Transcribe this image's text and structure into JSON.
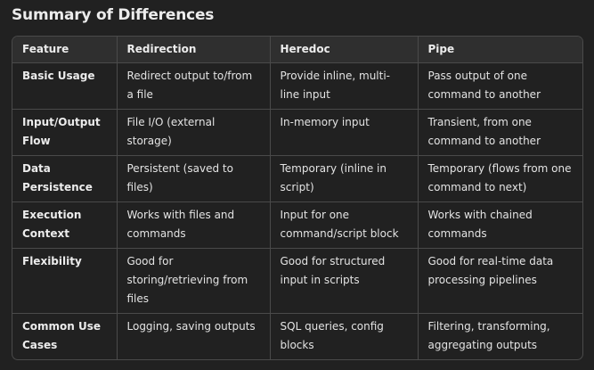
{
  "title": "Summary of Differences",
  "table": {
    "headers": [
      "Feature",
      "Redirection",
      "Heredoc",
      "Pipe"
    ],
    "rows": [
      [
        "Basic Usage",
        "Redirect output to/from a file",
        "Provide inline, multi-line input",
        "Pass output of one command to another"
      ],
      [
        "Input/Output Flow",
        "File I/O (external storage)",
        "In-memory input",
        "Transient, from one command to another"
      ],
      [
        "Data Persistence",
        "Persistent (saved to files)",
        "Temporary (inline in script)",
        "Temporary (flows from one command to next)"
      ],
      [
        "Execution Context",
        "Works with files and commands",
        "Input for one command/script block",
        "Works with chained commands"
      ],
      [
        "Flexibility",
        "Good for storing/retrieving from files",
        "Good for structured input in scripts",
        "Good for real-time data processing pipelines"
      ],
      [
        "Common Use Cases",
        "Logging, saving outputs",
        "SQL queries, config blocks",
        "Filtering, transforming, aggregating outputs"
      ]
    ]
  }
}
